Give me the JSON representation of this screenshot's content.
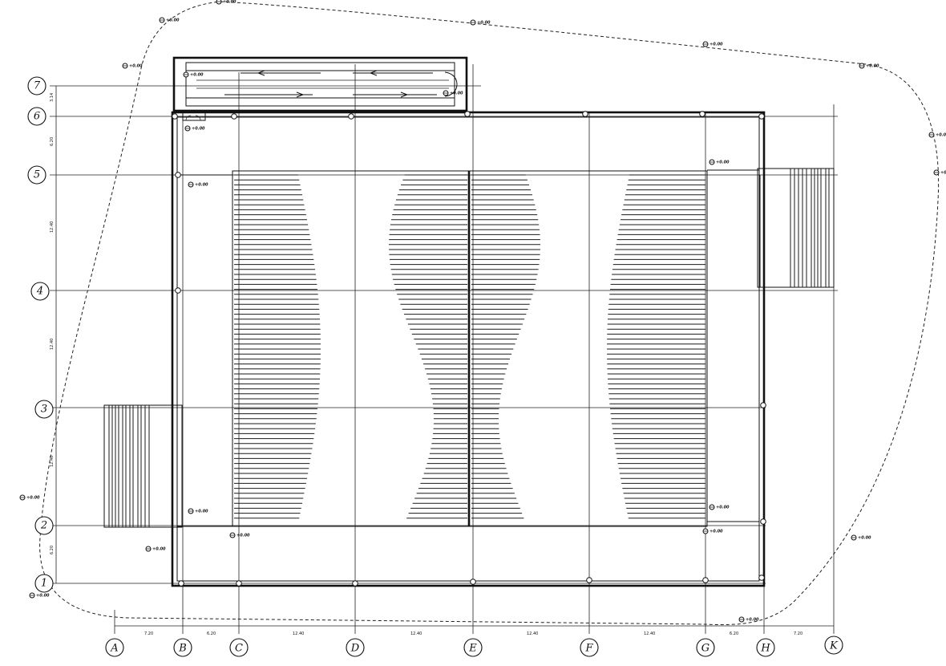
{
  "grid": {
    "columns": [
      "A",
      "B",
      "C",
      "D",
      "E",
      "F",
      "G",
      "H",
      "K"
    ],
    "rows": [
      "1",
      "2",
      "3",
      "4",
      "5",
      "6",
      "7"
    ]
  },
  "dimensions": {
    "horizontal": [
      "7.20",
      "6.20",
      "12.40",
      "12.40",
      "12.40",
      "12.40",
      "6.20",
      "7.20"
    ],
    "vertical": [
      "6.20",
      "12.40",
      "12.40",
      "12.40",
      "6.20",
      "3.14"
    ]
  },
  "level_markers": [
    "+0.00",
    "+0.00",
    "+0.00",
    "+0.00",
    "+0.00",
    "+0.00",
    "+0.00",
    "+0.00",
    "+0.00",
    "+0.00",
    "+0.00",
    "+0.00",
    "+0.00",
    "+0.00",
    "+0.00",
    "+0.00",
    "+0.00",
    "+0.00",
    "+0.00",
    "+0.00",
    "+0.00",
    "+0.00"
  ]
}
